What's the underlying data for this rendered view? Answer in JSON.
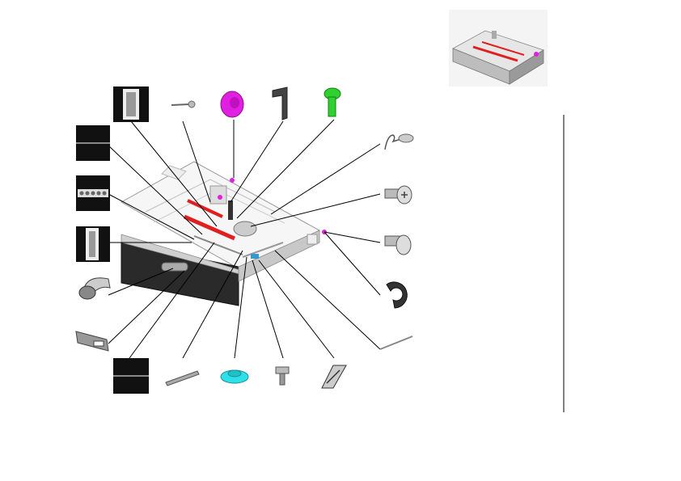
{
  "diagram": {
    "main_assembly": "paper-tray-cassette",
    "reference_thumbnail": "tray-overview",
    "parts": [
      {
        "id": "p1",
        "icon": "gear-strip-icon"
      },
      {
        "id": "p2",
        "icon": "pin-icon"
      },
      {
        "id": "p3",
        "icon": "gear-icon",
        "color": "#e020e0"
      },
      {
        "id": "p4",
        "icon": "bracket-icon"
      },
      {
        "id": "p5",
        "icon": "screw-icon",
        "color": "#30d030"
      },
      {
        "id": "p6",
        "icon": "label-block-icon"
      },
      {
        "id": "p7",
        "icon": "spring-icon"
      },
      {
        "id": "p8",
        "icon": "rack-strip-icon"
      },
      {
        "id": "p9",
        "icon": "screw-icon"
      },
      {
        "id": "p10",
        "icon": "gear-strip-icon"
      },
      {
        "id": "p11",
        "icon": "shoulder-screw-icon"
      },
      {
        "id": "p12",
        "icon": "handle-icon"
      },
      {
        "id": "p13",
        "icon": "e-clip-icon"
      },
      {
        "id": "p14",
        "icon": "rail-icon"
      },
      {
        "id": "p15",
        "icon": "rod-icon"
      },
      {
        "id": "p16",
        "icon": "label-block-icon"
      },
      {
        "id": "p17",
        "icon": "lever-icon"
      },
      {
        "id": "p18",
        "icon": "gear-icon",
        "color": "#30e0e8"
      },
      {
        "id": "p19",
        "icon": "stud-icon"
      },
      {
        "id": "p20",
        "icon": "sensor-flag-icon"
      }
    ],
    "colors": {
      "highlight": "#e02020",
      "magenta": "#e020e0",
      "green": "#30d030",
      "cyan": "#30e0e8",
      "callout": "#000000"
    }
  }
}
